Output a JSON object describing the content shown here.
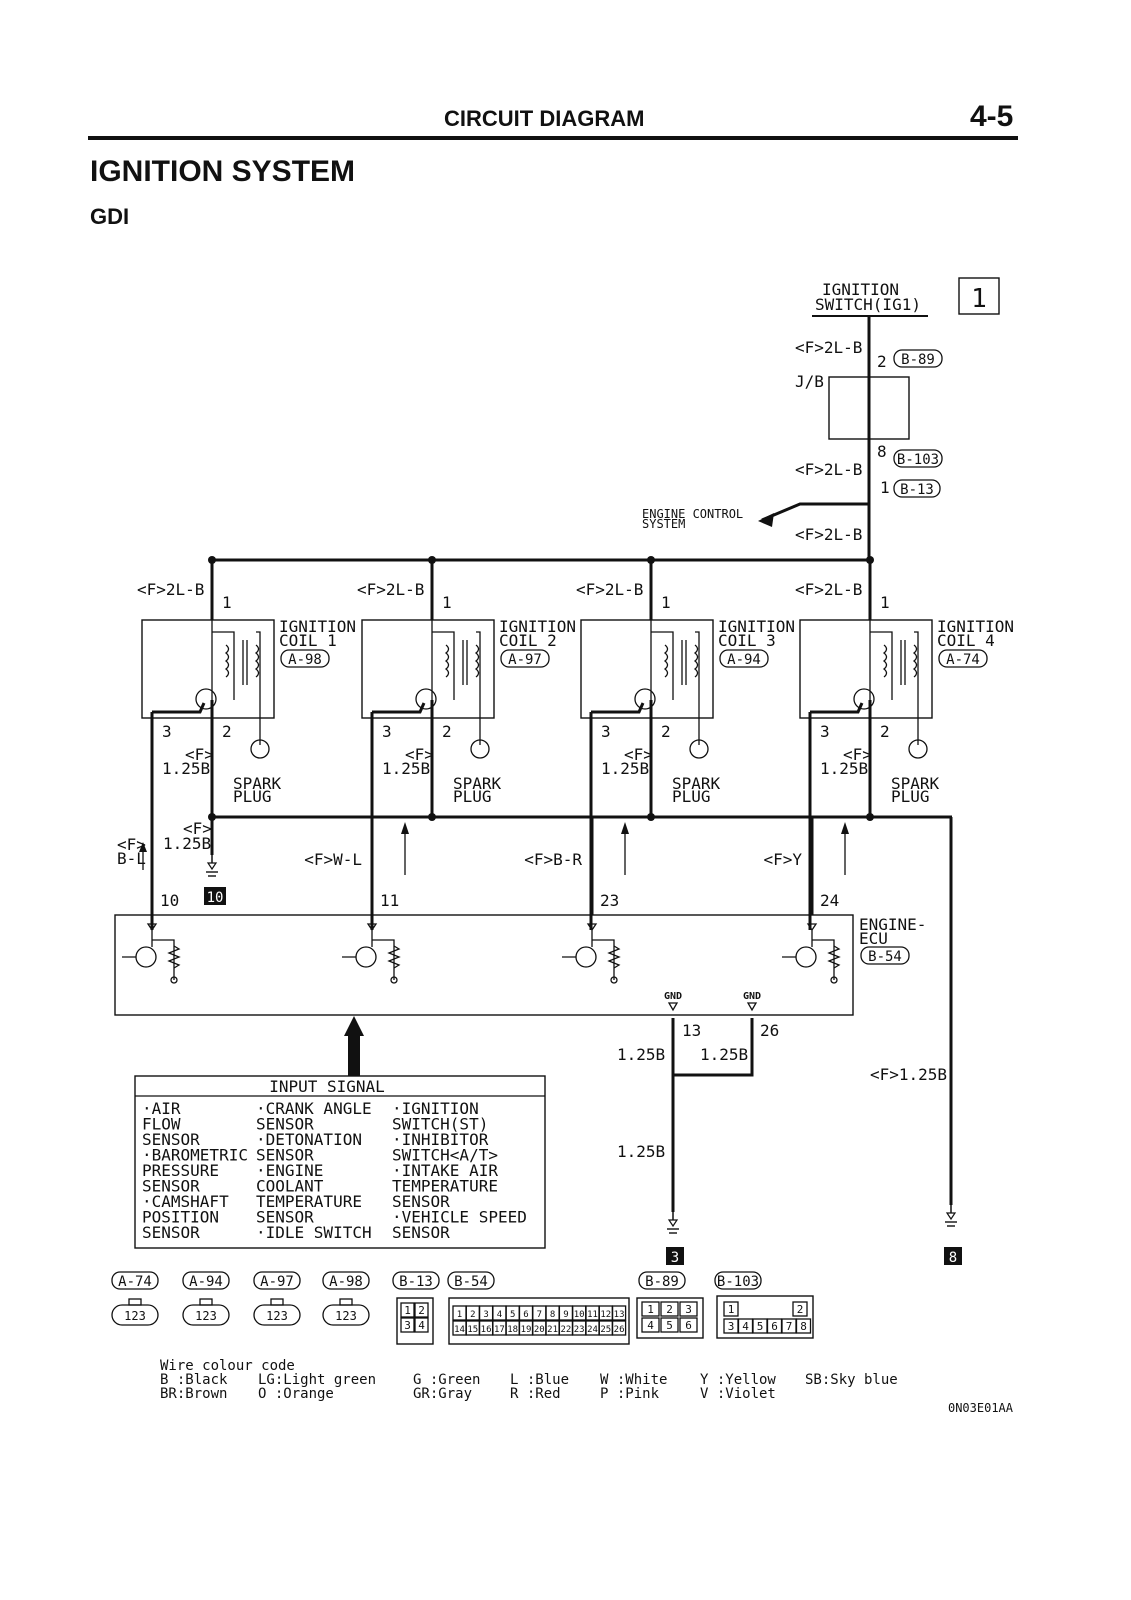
{
  "header": {
    "section": "CIRCUIT DIAGRAM",
    "page": "4-5",
    "title": "IGNITION SYSTEM",
    "subtitle": "GDI"
  },
  "diagram_number": "1",
  "top": {
    "switch_line1": "IGNITION",
    "switch_line2": "SWITCH(IG1)",
    "wire1": "<F>2L-B",
    "pin_in": "2",
    "conn_in": "B-89",
    "jb": "J/B",
    "pin_out": "8",
    "conn_out": "B-103",
    "wire2": "<F>2L-B",
    "pin_13": "1",
    "conn_13": "B-13",
    "ecs_line1": "ENGINE CONTROL",
    "ecs_line2": "SYSTEM",
    "wire3": "<F>2L-B"
  },
  "coils": [
    {
      "wire": "<F>2L-B",
      "pin1": "1",
      "name1": "IGNITION",
      "name2": "COIL 1",
      "conn": "A-98",
      "pin3": "3",
      "pin2": "2",
      "wf": "<F>",
      "ws": "1.25B",
      "plug1": "SPARK",
      "plug2": "PLUG"
    },
    {
      "wire": "<F>2L-B",
      "pin1": "1",
      "name1": "IGNITION",
      "name2": "COIL 2",
      "conn": "A-97",
      "pin3": "3",
      "pin2": "2",
      "wf": "<F>",
      "ws": "1.25B",
      "plug1": "SPARK",
      "plug2": "PLUG"
    },
    {
      "wire": "<F>2L-B",
      "pin1": "1",
      "name1": "IGNITION",
      "name2": "COIL 3",
      "conn": "A-94",
      "pin3": "3",
      "pin2": "2",
      "wf": "<F>",
      "ws": "1.25B",
      "plug1": "SPARK",
      "plug2": "PLUG"
    },
    {
      "wire": "<F>2L-B",
      "pin1": "1",
      "name1": "IGNITION",
      "name2": "COIL 4",
      "conn": "A-74",
      "pin3": "3",
      "pin2": "2",
      "wf": "<F>",
      "ws": "1.25B",
      "plug1": "SPARK",
      "plug2": "PLUG"
    }
  ],
  "signal_wires": [
    {
      "top": "<F>",
      "bot": "B-L",
      "pin": "10"
    },
    {
      "label": "<F>W-L",
      "pin": "11"
    },
    {
      "label": "<F>B-R",
      "pin": "23"
    },
    {
      "label": "<F>Y",
      "pin": "24"
    }
  ],
  "ground_wire": {
    "top": "<F>",
    "bot": "1.25B",
    "ground": "10"
  },
  "ecu": {
    "name1": "ENGINE-",
    "name2": "ECU",
    "conn": "B-54",
    "gnd_label": "GND",
    "gnd_pin1": "13",
    "gnd_pin2": "26",
    "wire1": "1.25B",
    "wire2": "1.25B",
    "wire3": "1.25B",
    "right_wire": "<F>1.25B",
    "ground_b": "3",
    "ground_c": "8"
  },
  "input_signal": {
    "title": "INPUT SIGNAL",
    "col1": [
      "·AIR",
      "FLOW",
      "SENSOR",
      "·BAROMETRIC",
      "PRESSURE",
      "SENSOR",
      "·CAMSHAFT",
      "POSITION",
      "SENSOR"
    ],
    "col2": [
      "·CRANK ANGLE",
      "SENSOR",
      "·DETONATION",
      "SENSOR",
      "·ENGINE",
      "COOLANT",
      "TEMPERATURE",
      "SENSOR",
      "·IDLE SWITCH"
    ],
    "col3": [
      "·IGNITION",
      "SWITCH(ST)",
      "·INHIBITOR",
      "SWITCH<A/T>",
      "·INTAKE AIR",
      "TEMPERATURE",
      "SENSOR",
      "·VEHICLE SPEED",
      "SENSOR"
    ]
  },
  "connectors": {
    "labels": [
      "A-74",
      "A-94",
      "A-97",
      "A-98",
      "B-13",
      "B-54",
      "B-89",
      "B-103"
    ],
    "coil_pins": "123",
    "b13_pins": [
      "1",
      "2",
      "3",
      "4"
    ],
    "b54_row1": [
      "1",
      "2",
      "3",
      "4",
      "5",
      "6",
      "7",
      "8",
      "9",
      "10",
      "11",
      "12",
      "13"
    ],
    "b54_row2": [
      "14",
      "15",
      "16",
      "17",
      "18",
      "19",
      "20",
      "21",
      "22",
      "23",
      "24",
      "25",
      "26"
    ],
    "b89_pins": [
      "1",
      "2",
      "3",
      "4",
      "5",
      "6"
    ],
    "b103_pins": [
      "1",
      "2",
      "3",
      "4",
      "5",
      "6",
      "7",
      "8"
    ]
  },
  "legend": {
    "title": "Wire colour code",
    "row1": [
      "B :Black",
      "LG:Light green",
      "G :Green",
      "L :Blue",
      "W :White",
      "Y :Yellow",
      "SB:Sky blue"
    ],
    "row2": [
      "BR:Brown",
      "O :Orange",
      "GR:Gray",
      "R :Red",
      "P :Pink",
      "V :Violet"
    ]
  },
  "figure_id": "0N03E01AA"
}
